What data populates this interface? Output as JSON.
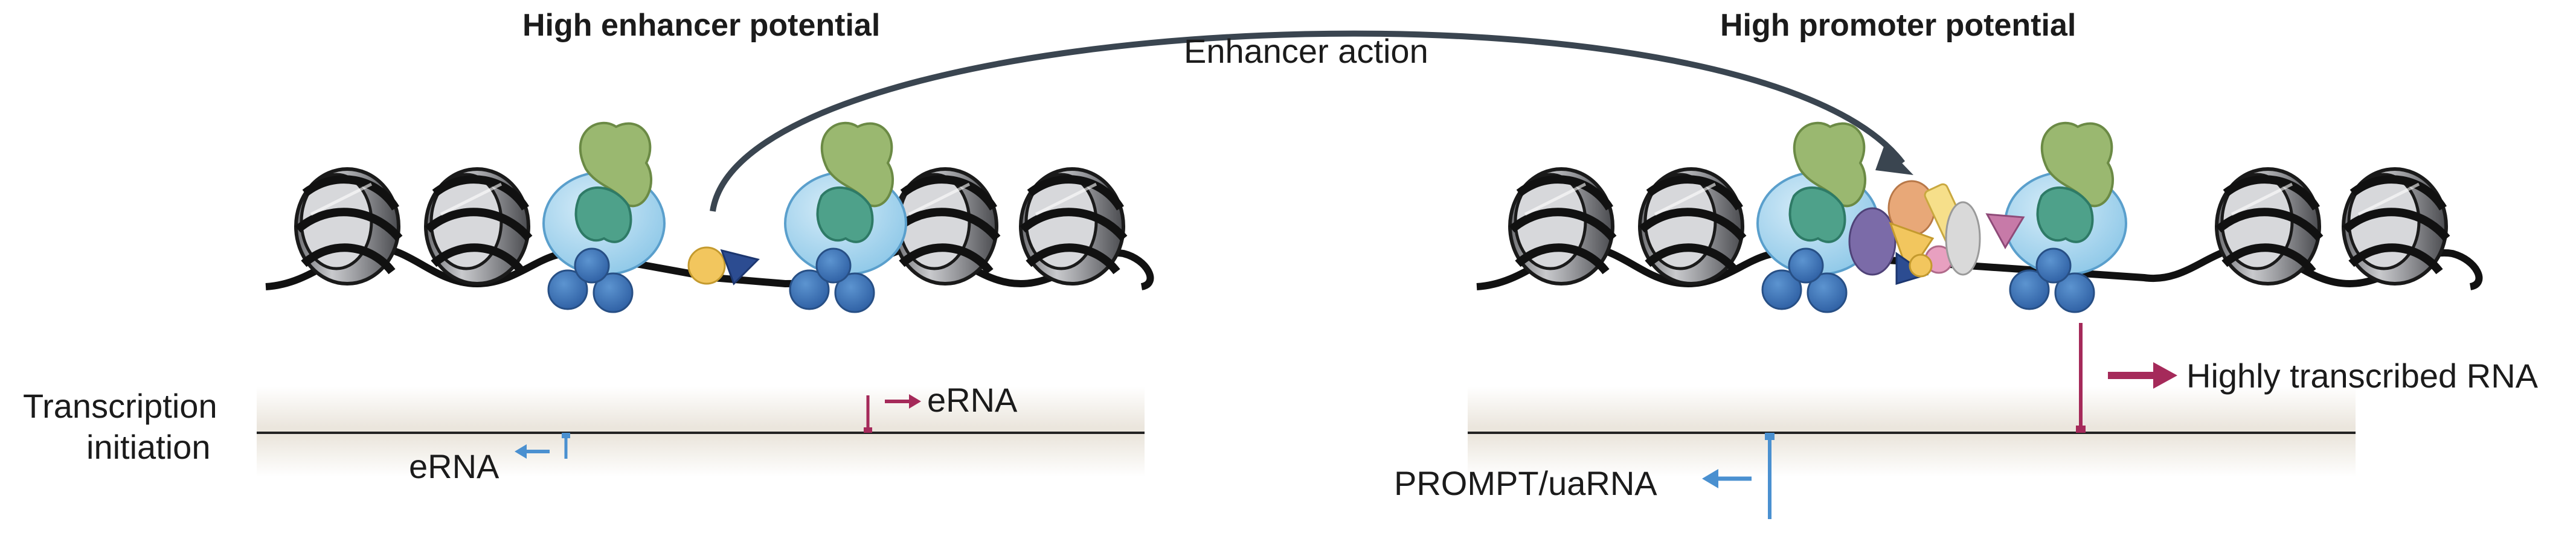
{
  "titles": {
    "left": "High enhancer potential",
    "right": "High promoter potential",
    "arc": "Enhancer action"
  },
  "labels": {
    "transcription_initiation_line1": "Transcription",
    "transcription_initiation_line2": "initiation",
    "left_erna_sense": "eRNA",
    "left_erna_antisense": "eRNA",
    "right_highly_transcribed": "Highly transcribed RNA",
    "right_prompt": "PROMPT/uaRNA"
  },
  "colors": {
    "sense": "#a52a5a",
    "antisense": "#4a90d0",
    "arc": "#3a4550",
    "dna": "#111111",
    "band": "#ece7df"
  }
}
